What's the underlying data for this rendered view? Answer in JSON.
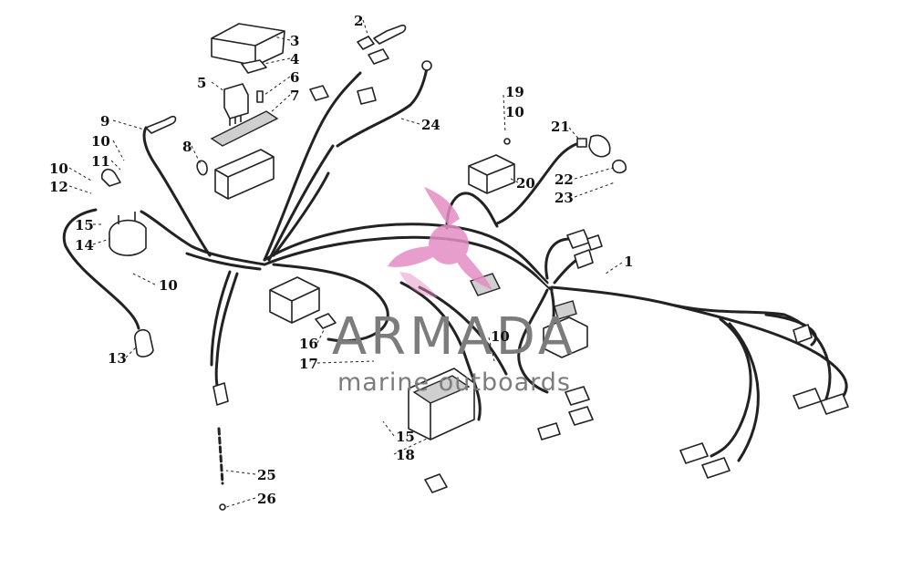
{
  "callouts": [
    "1",
    "2",
    "3",
    "4",
    "5",
    "6",
    "7",
    "8",
    "9",
    "10",
    "10",
    "10",
    "10",
    "10",
    "11",
    "12",
    "13",
    "14",
    "15",
    "15",
    "16",
    "17",
    "18",
    "19",
    "20",
    "21",
    "22",
    "23",
    "24",
    "25",
    "26"
  ],
  "watermark": {
    "brand": "ARMADA",
    "tagline": "marine outboards",
    "logo_color": "#e58ec4",
    "text_color": "#7c7c7c"
  }
}
